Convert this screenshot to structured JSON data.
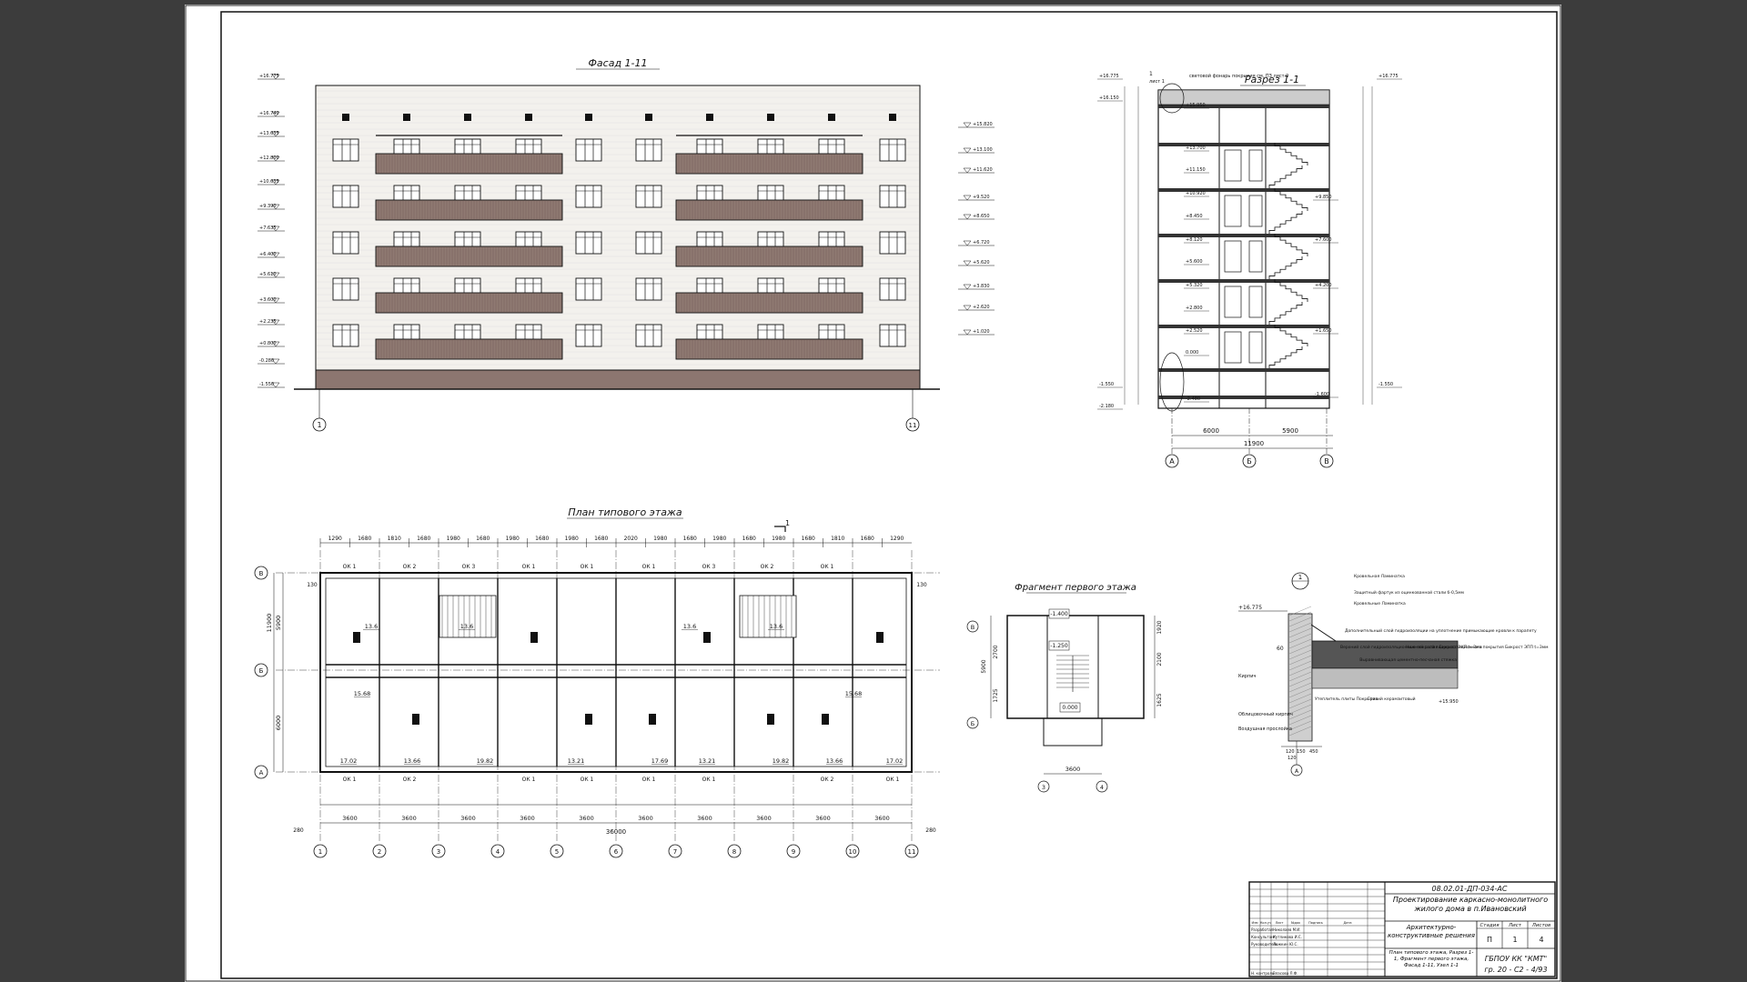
{
  "titles": {
    "facade": "Фасад 1-11",
    "section": "Разрез 1-1",
    "plan": "План типового этажа",
    "fragment": "Фрагмент первого этажа"
  },
  "facade": {
    "levels_left": [
      "+16.775",
      "+16.740",
      "+13.635",
      "+12.800",
      "+10.635",
      "+9.390",
      "+7.635",
      "+6.400",
      "+5.610",
      "+3.600",
      "+2.235",
      "+0.800",
      "-0.280",
      "-1.550"
    ],
    "levels_right": [
      "+15.820",
      "+13.100",
      "+11.620",
      "+9.520",
      "+8.650",
      "+6.720",
      "+5.620",
      "+3.830",
      "+2.620",
      "+1.020"
    ],
    "axis_left": "1",
    "axis_right": "11"
  },
  "section": {
    "roof_note": "световой фонарь покрытия см. ПЗ лист 9",
    "node_mark": "1",
    "node_sheet": "лист 1",
    "levels_left": [
      "+16.775",
      "+16.150",
      "+15.950",
      "+13.700",
      "+11.150",
      "+10.920",
      "+8.450",
      "+8.120",
      "+5.600",
      "+5.320",
      "+2.800",
      "+2.520",
      "0.000",
      "-1.550",
      "-2.480",
      "-2.180"
    ],
    "levels_right": [
      "+16.775",
      "+9.850",
      "+7.600",
      "+4.200",
      "+1.650",
      "-1.550",
      "-1.600"
    ],
    "dims_top": [
      "6000",
      "5900"
    ],
    "dim_total": "11900",
    "axes": [
      "А",
      "Б",
      "В"
    ]
  },
  "plan": {
    "dims_top": [
      "1290",
      "1680",
      "1810",
      "1680",
      "1980",
      "1680",
      "1980",
      "1680",
      "1980",
      "1680",
      "2020",
      "1980",
      "1680",
      "1980",
      "1680",
      "1980",
      "1680",
      "1810",
      "1680",
      "1290"
    ],
    "axis_dims": [
      "3600",
      "3600",
      "3600",
      "3600",
      "3600",
      "3600",
      "3600",
      "3600",
      "3600",
      "3600"
    ],
    "dim_total": "36000",
    "axes_x": [
      "1",
      "2",
      "3",
      "4",
      "5",
      "6",
      "7",
      "8",
      "9",
      "10",
      "11"
    ],
    "axes_y": [
      "В",
      "Б",
      "А"
    ],
    "dims_left": [
      "5900",
      "6000"
    ],
    "dim_left_total": "11900",
    "window_marks": [
      "ОК 1",
      "ОК 2",
      "ОК 3",
      "ОК 1",
      "ОК 1",
      "ОК 1",
      "ОК 3",
      "ОК 2",
      "ОК 1"
    ],
    "window_marks_bottom": [
      "ОК 1",
      "ОК 2",
      "ОК 1",
      "ОК 1",
      "ОК 1",
      "ОК 1",
      "ОК 2",
      "ОК 1"
    ],
    "areas": [
      "13.6",
      "15.68",
      "13.6",
      "13.6",
      "13.6",
      "15.68",
      "17.02",
      "13.66",
      "19.82",
      "13.21",
      "17.69",
      "13.21",
      "19.82",
      "13.66",
      "17.02"
    ],
    "section_cut": "1",
    "edge_dims": [
      "280",
      "280",
      "130",
      "130"
    ]
  },
  "fragment": {
    "levels": [
      "-1.400",
      "-1.250",
      "0.000"
    ],
    "dims_left": [
      "1725",
      "2700",
      "5900"
    ],
    "dims_right": [
      "1625",
      "2100",
      "1920"
    ],
    "dim_bottom": "3600",
    "axes_y": [
      "В",
      "Б"
    ],
    "axes_x": [
      "3",
      "4"
    ]
  },
  "detail": {
    "node": "1",
    "level": "+16.775",
    "level2": "+15.950",
    "notes_top": [
      "Кровельная Ламинатка",
      "Защитный фартук из оцинкованной стали б-0,5мм",
      "Кровельные Ламинатка"
    ],
    "notes_mid": [
      "Дополнительный слой гидроизоляции на уплотнение примыкающие кровли к парапету",
      "Верхний слой гидроизоляционные покрытия Бикрост ЭКП t=3мм",
      "Нижний слой гидроизоляционного покрытия Бикрост ЭПП t=3мм"
    ],
    "notes_right": [
      "Выравнивающая цементно-песчаная стяжка"
    ],
    "notes_left": [
      "Кирпич",
      "Облицовочный кирпич",
      "Воздушная прослойка"
    ],
    "notes_low": [
      "Утеплитель плиты Покрытия",
      "Гравий керамзитовый"
    ],
    "dims": [
      "120",
      "150",
      "450",
      "120"
    ],
    "dim_60": "60",
    "axis": "А"
  },
  "stamp": {
    "doc_code": "08.02.01-ДП-034-АС",
    "project": "Проектирование каркасно-монолитного жилого дома в п.Ивановский",
    "part": "Архитектурно-конструктивные решения",
    "sheet_content": "План типового этажа, Разрез 1-1, Фрагмент первого этажа, Фасад 1-11, Узел 1-1",
    "col_headers": [
      "Изм",
      "Кол.уч",
      "Лист",
      "№док",
      "Подпись",
      "Дата"
    ],
    "roles": [
      "Разработал",
      "Консультант",
      "Руководитель",
      "Н. контроль"
    ],
    "names": [
      "Николаев М.И.",
      "Кутликова И.С.",
      "Ложкин Ю.С.",
      "Власова Л.Ф."
    ],
    "stage_headers": [
      "Стадия",
      "Лист",
      "Листов"
    ],
    "stage_values": [
      "П",
      "1",
      "4"
    ],
    "org": "ГБПОУ КК \"КМТ\"",
    "group": "гр. 20 - С2 - 4/93"
  }
}
